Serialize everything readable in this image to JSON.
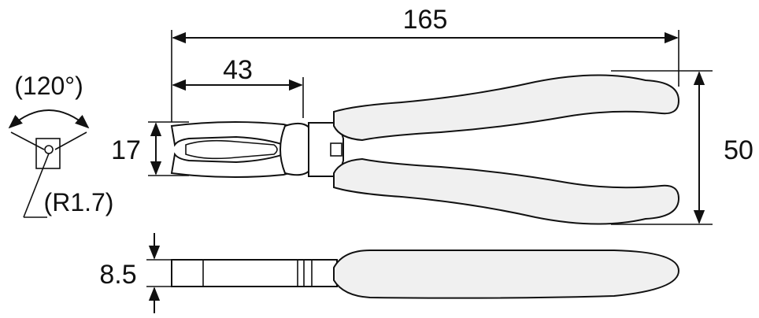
{
  "dimensions": {
    "overall_length": "165",
    "jaw_length": "43",
    "jaw_width": "17",
    "handle_spread": "50",
    "thickness": "8.5",
    "angle": "(120°)",
    "radius": "(R1.7)"
  }
}
